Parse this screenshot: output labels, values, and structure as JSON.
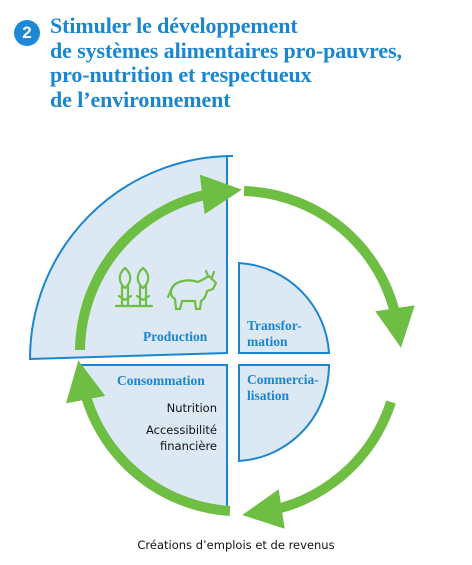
{
  "header": {
    "step_number": "2",
    "title_lines": [
      "Stimuler le développement",
      "de systèmes alimentaires pro-pauvres,",
      "pro-nutrition et respectueux",
      "de l’environnement"
    ]
  },
  "diagram": {
    "segments": {
      "production": {
        "label": "Production"
      },
      "transformation": {
        "label_lines": [
          "Transfor-",
          "mation"
        ]
      },
      "consommation": {
        "label": "Consommation",
        "items": [
          "Nutrition",
          "Accessibilité",
          "financière"
        ]
      },
      "commercialisation": {
        "label_lines": [
          "Commercia-",
          "lisation"
        ]
      }
    },
    "icons": [
      "wheat-icon",
      "cow-icon"
    ]
  },
  "footer": {
    "text": "Créations d’emplois et de revenus"
  },
  "colors": {
    "accent_blue": "#1a86d0",
    "segment_fill": "#dde8f5",
    "segment_stroke": "#1a86d0",
    "arrow_green": "#6fbe44",
    "icon_green": "#6fbe44"
  }
}
